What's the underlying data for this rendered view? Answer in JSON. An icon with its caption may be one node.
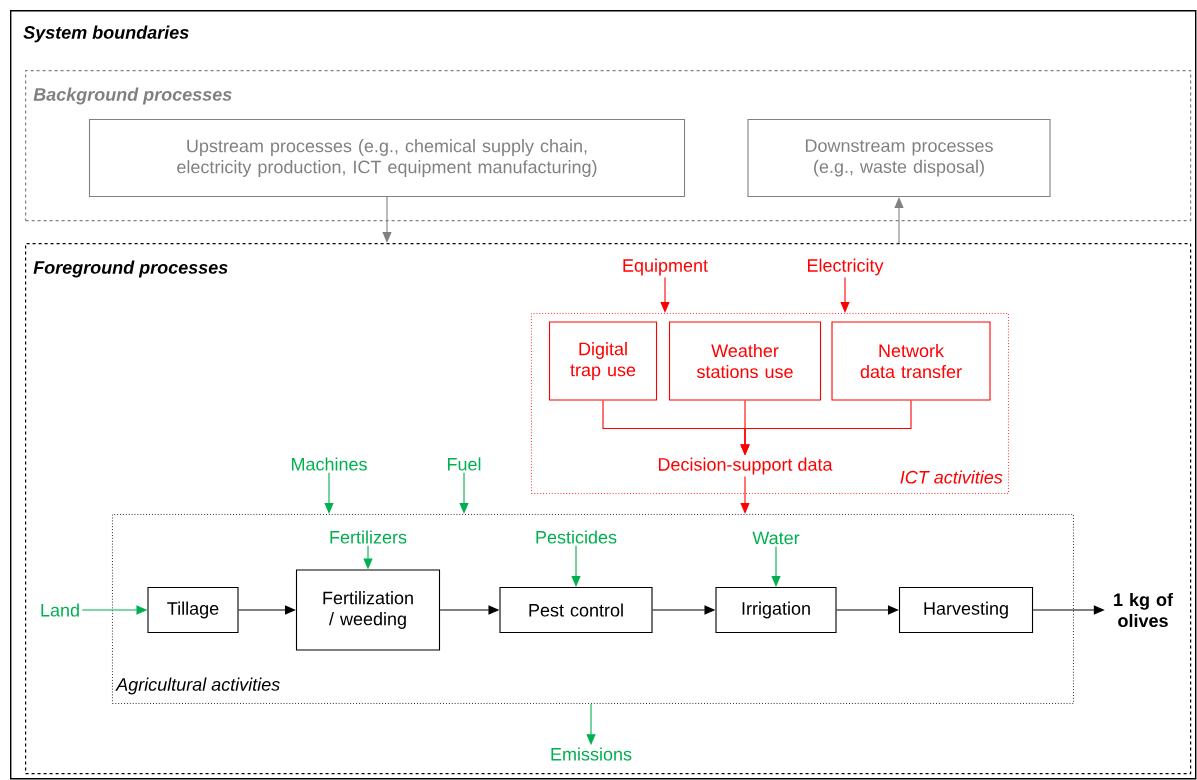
{
  "diagram": {
    "nodes": [
      {
        "text": [
          "System boundaries"
        ]
      },
      {
        "text": [
          "Background processes"
        ],
        "in": 0
      },
      {
        "text": [
          "Upstream processes (e.g., chemical supply chain, electricity production, ICT equipment manufacturing)"
        ],
        "in": 1
      },
      {
        "text": [
          "Downstream processes (e.g., waste disposal)"
        ],
        "in": 1
      },
      {
        "text": [
          "Foreground processes"
        ],
        "in": 0
      },
      {
        "text": [
          "Equipment"
        ],
        "in": 4
      },
      {
        "text": [
          "Electricity"
        ],
        "in": 4
      },
      {
        "text": [
          "ICT activities"
        ],
        "in": 4
      },
      {
        "text": [
          "Digital trap use"
        ],
        "in": 7
      },
      {
        "text": [
          "Weather stations use"
        ],
        "in": 7
      },
      {
        "text": [
          "Network data transfer"
        ],
        "in": 7
      },
      {
        "text": [
          "Decision-support data"
        ],
        "in": 7
      },
      {
        "text": [
          "Machines"
        ],
        "in": 4
      },
      {
        "text": [
          "Fuel"
        ],
        "in": 4
      },
      {
        "text": [
          "Agricultural activities"
        ],
        "in": 4
      },
      {
        "text": [
          "Fertilizers"
        ],
        "in": 14
      },
      {
        "text": [
          "Pesticides"
        ],
        "in": 14
      },
      {
        "text": [
          "Water"
        ],
        "in": 14
      },
      {
        "text": [
          "Land"
        ],
        "in": 4
      },
      {
        "text": [
          "Tillage"
        ],
        "in": 14
      },
      {
        "text": [
          "Fertilization / weeding"
        ],
        "in": 14
      },
      {
        "text": [
          "Pest control"
        ],
        "in": 14
      },
      {
        "text": [
          "Irrigation"
        ],
        "in": 14
      },
      {
        "text": [
          "Harvesting"
        ],
        "in": 14
      },
      {
        "text": [
          "1 kg of olives"
        ],
        "in": 4
      },
      {
        "text": [
          "Emissions"
        ],
        "in": 4
      }
    ],
    "edges": [
      {
        "from": 2,
        "to": 4,
        "arrow": "to",
        "color": "#808080"
      },
      {
        "from": 4,
        "to": 3,
        "arrow": "to",
        "color": "#808080"
      },
      {
        "from": 5,
        "to": 7,
        "arrow": "to",
        "color": "#ff0000"
      },
      {
        "from": 6,
        "to": 7,
        "arrow": "to",
        "color": "#ff0000"
      },
      {
        "from": 8,
        "to": 11,
        "arrow": "to",
        "color": "#ff0000"
      },
      {
        "from": 9,
        "to": 11,
        "arrow": "to",
        "color": "#ff0000"
      },
      {
        "from": 10,
        "to": 11,
        "arrow": "to",
        "color": "#ff0000"
      },
      {
        "from": 11,
        "to": 14,
        "arrow": "to",
        "color": "#ff0000"
      },
      {
        "from": 12,
        "to": 14,
        "arrow": "to"
      },
      {
        "from": 13,
        "to": 14,
        "arrow": "to"
      },
      {
        "from": 15,
        "to": 20,
        "arrow": "to"
      },
      {
        "from": 16,
        "to": 21,
        "arrow": "to"
      },
      {
        "from": 17,
        "to": 22,
        "arrow": "to"
      },
      {
        "from": 18,
        "to": 19,
        "arrow": "to"
      },
      {
        "from": 19,
        "to": 20,
        "arrow": "to",
        "color": "#000000"
      },
      {
        "from": 20,
        "to": 21,
        "arrow": "to",
        "color": "#000000"
      },
      {
        "from": 21,
        "to": 22,
        "arrow": "to",
        "color": "#000000"
      },
      {
        "from": 22,
        "to": 23,
        "arrow": "to",
        "color": "#000000"
      },
      {
        "from": 23,
        "to": 24,
        "arrow": "to",
        "color": "#000000"
      },
      {
        "from": 14,
        "to": 25,
        "arrow": "to"
      }
    ]
  }
}
